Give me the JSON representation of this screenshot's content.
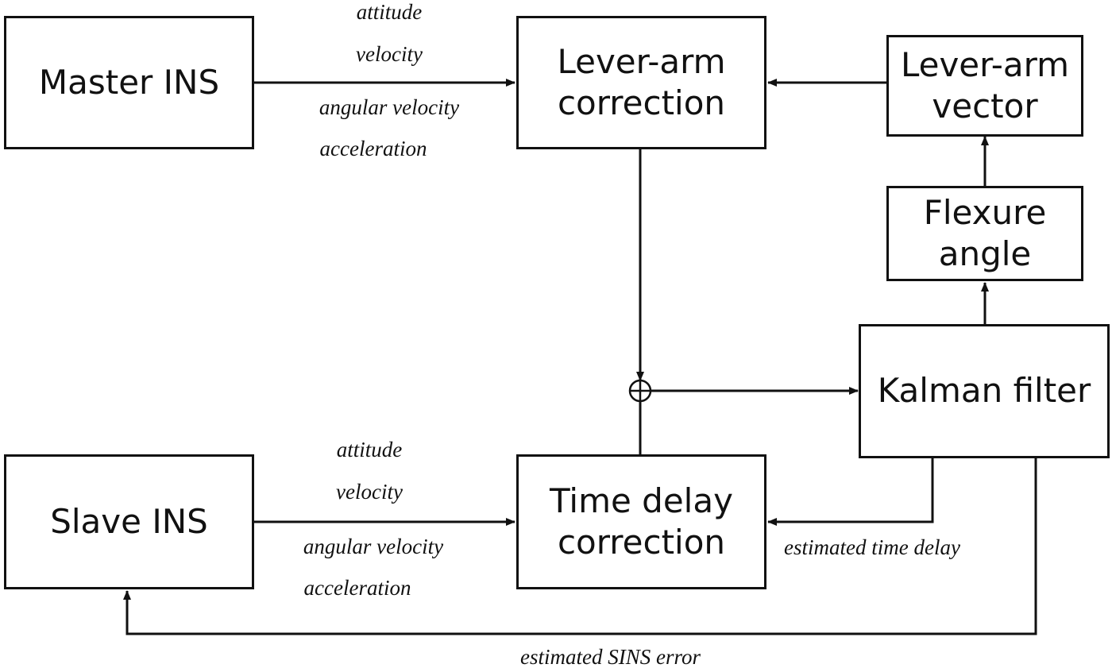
{
  "blocks": {
    "master_ins": "Master INS",
    "lever_arm_correction": [
      "Lever-arm",
      "correction"
    ],
    "lever_arm_vector": [
      "Lever-arm",
      "vector"
    ],
    "flexure_angle": [
      "Flexure",
      "angle"
    ],
    "kalman_filter": "Kalman filter",
    "slave_ins": "Slave INS",
    "time_delay_correction": [
      "Time delay",
      "correction"
    ]
  },
  "edge_labels": {
    "master_outputs": [
      "attitude",
      "velocity",
      "angular velocity",
      "acceleration"
    ],
    "slave_outputs": [
      "attitude",
      "velocity",
      "angular velocity",
      "acceleration"
    ],
    "estimated_time_delay": "estimated time delay",
    "estimated_sins_error": "estimated SINS error"
  },
  "colors": {
    "stroke": "#111111",
    "background": "#ffffff"
  }
}
